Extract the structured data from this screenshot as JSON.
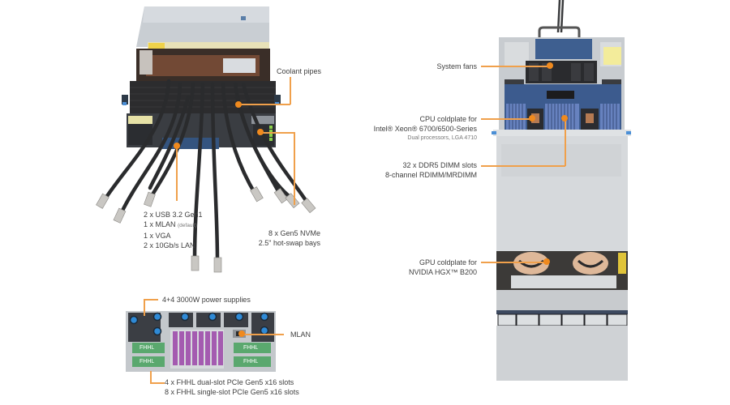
{
  "diagram": {
    "accent_color": "#f08a1e",
    "views": {
      "front": "front-isometric-view",
      "rear": "rear-panel-view",
      "top": "top-down-internal-view"
    },
    "callouts": {
      "coolant_pipes": "Coolant pipes",
      "front_io": {
        "line1": "2 x USB 3.2 Gen1",
        "line2_main": "1 x MLAN ",
        "line2_note": "(default)",
        "line3": "1 x VGA",
        "line4": "2 x 10Gb/s LAN"
      },
      "nvme": {
        "line1": "8 x Gen5 NVMe",
        "line2": "2.5\" hot-swap bays"
      },
      "power": "4+4 3000W power supplies",
      "mlan": "MLAN",
      "pcie": {
        "line1": "4 x FHHL dual-slot PCIe Gen5 x16 slots",
        "line2": "8 x FHHL single-slot PCIe Gen5 x16 slots"
      },
      "system_fans": "System fans",
      "cpu": {
        "line1": "CPU coldplate for",
        "line2": "Intel® Xeon® 6700/6500-Series",
        "line3": "Dual processors, LGA 4710"
      },
      "dimm": {
        "line1": "32 x DDR5 DIMM slots",
        "line2": "8-channel RDIMM/MRDIMM"
      },
      "gpu": {
        "line1": "GPU coldplate for",
        "line2": "NVIDIA HGX™ B200"
      }
    },
    "rear_panel": {
      "fhhl_label": "FHHL"
    }
  }
}
